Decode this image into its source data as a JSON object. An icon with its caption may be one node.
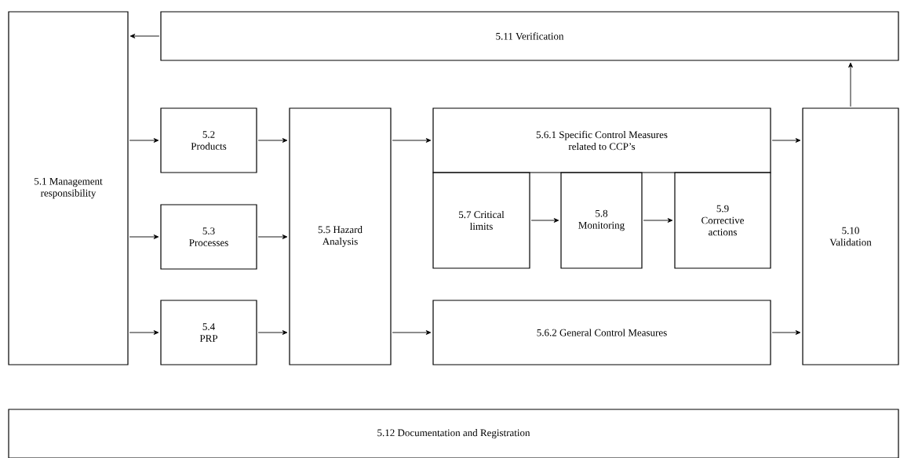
{
  "diagram": {
    "nodes": [
      {
        "text": [
          "5.1 Management responsibility"
        ]
      },
      {
        "text": [
          "5.11 Verification"
        ]
      },
      {
        "text": [
          "5.2 Products"
        ]
      },
      {
        "text": [
          "5.3 Processes"
        ]
      },
      {
        "text": [
          "5.4 PRP"
        ]
      },
      {
        "text": [
          "5.5 Hazard Analysis"
        ]
      },
      {
        "text": [
          "5.6.1 Specific Control Measures related to CCP’s"
        ]
      },
      {
        "text": [
          "5.7 Critical limits"
        ]
      },
      {
        "text": [
          "5.8 Monitoring"
        ]
      },
      {
        "text": [
          "5.9 Corrective actions"
        ]
      },
      {
        "text": [
          "5.6.2 General Control Measures"
        ]
      },
      {
        "text": [
          "5.10 Validation"
        ]
      },
      {
        "text": [
          "5.12 Documentation and Registration"
        ]
      }
    ],
    "edges": [
      {
        "from": 0,
        "to": 2,
        "arrow": "to"
      },
      {
        "from": 0,
        "to": 3,
        "arrow": "to"
      },
      {
        "from": 0,
        "to": 4,
        "arrow": "to"
      },
      {
        "from": 2,
        "to": 5,
        "arrow": "to"
      },
      {
        "from": 3,
        "to": 5,
        "arrow": "to"
      },
      {
        "from": 4,
        "to": 5,
        "arrow": "to"
      },
      {
        "from": 5,
        "to": 6,
        "arrow": "to"
      },
      {
        "from": 5,
        "to": 10,
        "arrow": "to"
      },
      {
        "from": 7,
        "to": 8,
        "arrow": "to"
      },
      {
        "from": 8,
        "to": 9,
        "arrow": "to"
      },
      {
        "from": 6,
        "to": 11,
        "arrow": "to"
      },
      {
        "from": 10,
        "to": 11,
        "arrow": "to"
      },
      {
        "from": 11,
        "to": 1,
        "arrow": "to"
      },
      {
        "from": 1,
        "to": 0,
        "arrow": "to"
      }
    ]
  }
}
